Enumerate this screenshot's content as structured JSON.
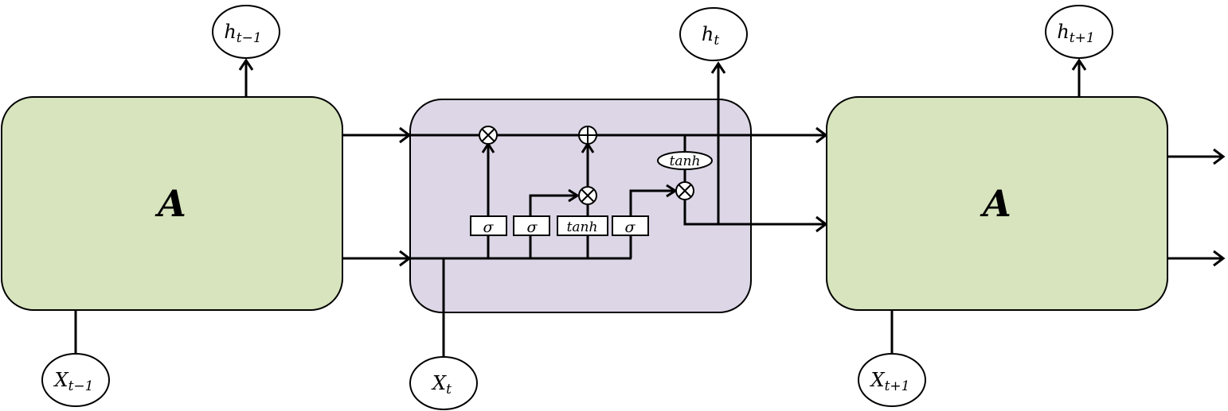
{
  "blocks": {
    "left": {
      "label": "A"
    },
    "right": {
      "label": "A"
    }
  },
  "outputs": {
    "prev": {
      "main": "h",
      "sub": "t−1"
    },
    "curr": {
      "main": "h",
      "sub": "t"
    },
    "next": {
      "main": "h",
      "sub": "t+1"
    }
  },
  "inputs": {
    "prev": {
      "main": "X",
      "sub": "t−1"
    },
    "curr": {
      "main": "X",
      "sub": "t"
    },
    "next": {
      "main": "X",
      "sub": "t+1"
    }
  },
  "cell": {
    "gates": [
      "σ",
      "σ",
      "tanh",
      "σ"
    ],
    "output_activation": "tanh"
  },
  "colors": {
    "block_green": "#d7e4bd",
    "cell_purple": "#dcd6e6",
    "line": "#000000"
  }
}
